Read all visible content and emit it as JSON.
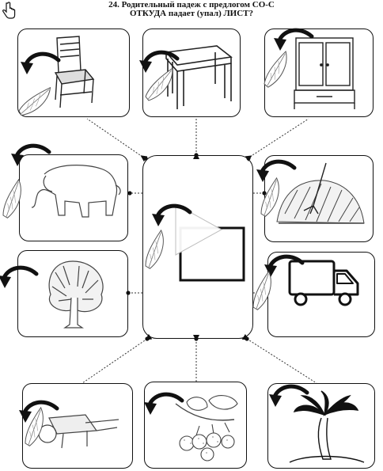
{
  "worksheet": {
    "title_line1": "24. Родительный падеж с предлогом СО-С",
    "title_line2": "ОТКУДА падает (упал) ЛИСТ?"
  },
  "cards": [
    {
      "id": "chair",
      "picture": "chair"
    },
    {
      "id": "table",
      "picture": "table"
    },
    {
      "id": "wardrobe",
      "picture": "wardrobe"
    },
    {
      "id": "elephant",
      "picture": "elephant"
    },
    {
      "id": "haystack",
      "picture": "haystack"
    },
    {
      "id": "tree",
      "picture": "tree"
    },
    {
      "id": "truck",
      "picture": "truck"
    },
    {
      "id": "wheelbarrow",
      "picture": "wheelbarrow"
    },
    {
      "id": "raspberry",
      "picture": "raspberry-branch"
    },
    {
      "id": "palm",
      "picture": "palm-tree"
    }
  ],
  "video": {
    "play_icon": "play-icon",
    "stop_icon": "stop-square-icon"
  },
  "icons": {
    "cursor": "hand-cursor-icon",
    "leaf": "leaf-icon",
    "arrow": "curved-arrow-icon"
  }
}
